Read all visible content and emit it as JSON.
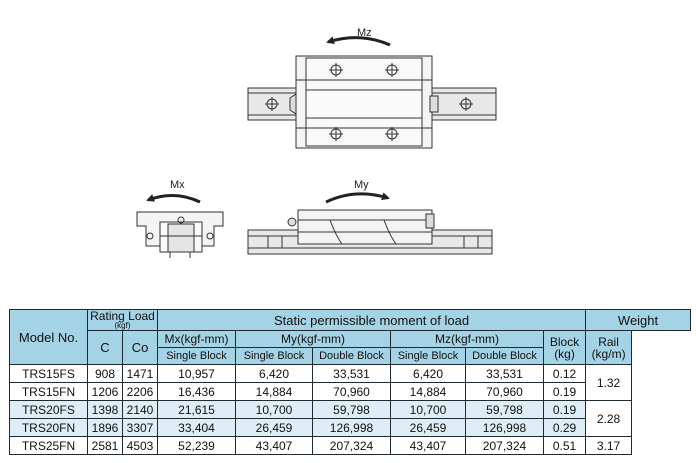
{
  "drawings": {
    "labels": {
      "mz": "Mz",
      "mx": "Mx",
      "my": "My"
    },
    "colors": {
      "line": "#333333",
      "fill": "#f2f2f2",
      "rail": "#e6e6e6"
    }
  },
  "table": {
    "header": {
      "model": "Model No.",
      "rating_load": "Rating Load",
      "rating_unit": "(kgf)",
      "c": "C",
      "co": "Co",
      "static_moment": "Static permissible moment of load",
      "mx": "Mx(kgf-mm)",
      "my": "My(kgf-mm)",
      "mz": "Mz(kgf-mm)",
      "single_block": "Single Block",
      "double_block": "Double Block",
      "weight": "Weight",
      "block": "Block",
      "block_unit": "(kg)",
      "rail": "Rail",
      "rail_unit": "(kg/m)"
    },
    "rows": [
      {
        "model": "TRS15FS",
        "c": "908",
        "co": "1471",
        "mx": "10,957",
        "my_single": "6,420",
        "my_double": "33,531",
        "mz_single": "6,420",
        "mz_double": "33,531",
        "block": "0.12"
      },
      {
        "model": "TRS15FN",
        "c": "1206",
        "co": "2206",
        "mx": "16,436",
        "my_single": "14,884",
        "my_double": "70,960",
        "mz_single": "14,884",
        "mz_double": "70,960",
        "block": "0.19"
      },
      {
        "model": "TRS20FS",
        "c": "1398",
        "co": "2140",
        "mx": "21,615",
        "my_single": "10,700",
        "my_double": "59,798",
        "mz_single": "10,700",
        "mz_double": "59,798",
        "block": "0.19"
      },
      {
        "model": "TRS20FN",
        "c": "1896",
        "co": "3307",
        "mx": "33,404",
        "my_single": "26,459",
        "my_double": "126,998",
        "mz_single": "26,459",
        "mz_double": "126,998",
        "block": "0.29"
      },
      {
        "model": "TRS25FN",
        "c": "2581",
        "co": "4503",
        "mx": "52,239",
        "my_single": "43,407",
        "my_double": "207,324",
        "mz_single": "43,407",
        "mz_double": "207,324",
        "block": "0.51"
      }
    ],
    "rail_weights": {
      "trs15": "1.32",
      "trs20": "2.28",
      "trs25": "3.17"
    }
  }
}
